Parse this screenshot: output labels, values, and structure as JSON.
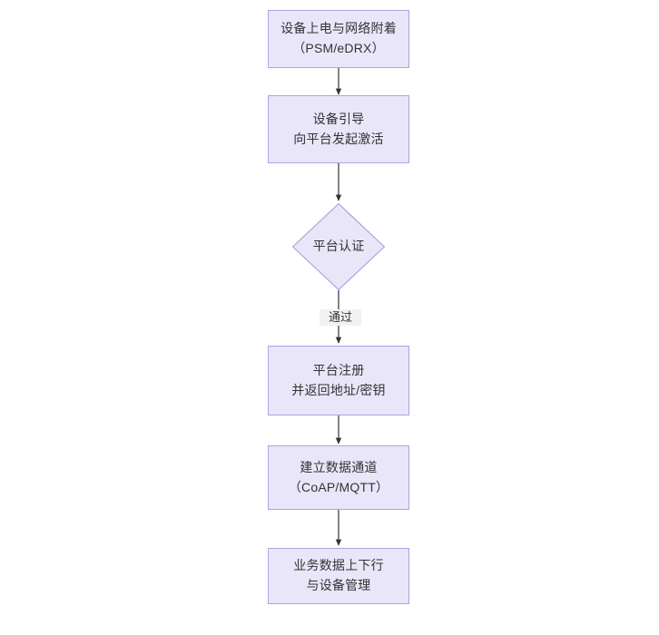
{
  "diagram": {
    "type": "flowchart",
    "orientation": "top-to-bottom",
    "title_visible": false,
    "background_color": "#ffffff",
    "node_fill": "#e9e6f9",
    "node_border": "#b69ee2",
    "text_color": "#333333",
    "connector_color": "#333333",
    "nodes": [
      {
        "id": "n1",
        "shape": "rectangle",
        "text": "设备上电与网络附着\n（PSM/eDRX）",
        "line1": "设备上电与网络附着",
        "line2": "（PSM/eDRX）"
      },
      {
        "id": "n2",
        "shape": "rectangle",
        "text": "设备引导\n向平台发起激活",
        "line1": "设备引导",
        "line2": "向平台发起激活"
      },
      {
        "id": "n3",
        "shape": "diamond",
        "text": "平台认证",
        "line1": "平台认证",
        "line2": ""
      },
      {
        "id": "n4",
        "shape": "rectangle",
        "text": "平台注册\n并返回地址/密钥",
        "line1": "平台注册",
        "line2": "并返回地址/密钥"
      },
      {
        "id": "n5",
        "shape": "rectangle",
        "text": "建立数据通道\n（CoAP/MQTT）",
        "line1": "建立数据通道",
        "line2": "（CoAP/MQTT）"
      },
      {
        "id": "n6",
        "shape": "rectangle",
        "text": "业务数据上下行\n与设备管理",
        "line1": "业务数据上下行",
        "line2": "与设备管理"
      }
    ],
    "edges": [
      {
        "from": "n1",
        "to": "n2",
        "label": ""
      },
      {
        "from": "n2",
        "to": "n3",
        "label": ""
      },
      {
        "from": "n3",
        "to": "n4",
        "label": "通过"
      },
      {
        "from": "n4",
        "to": "n5",
        "label": ""
      },
      {
        "from": "n5",
        "to": "n6",
        "label": ""
      }
    ]
  }
}
